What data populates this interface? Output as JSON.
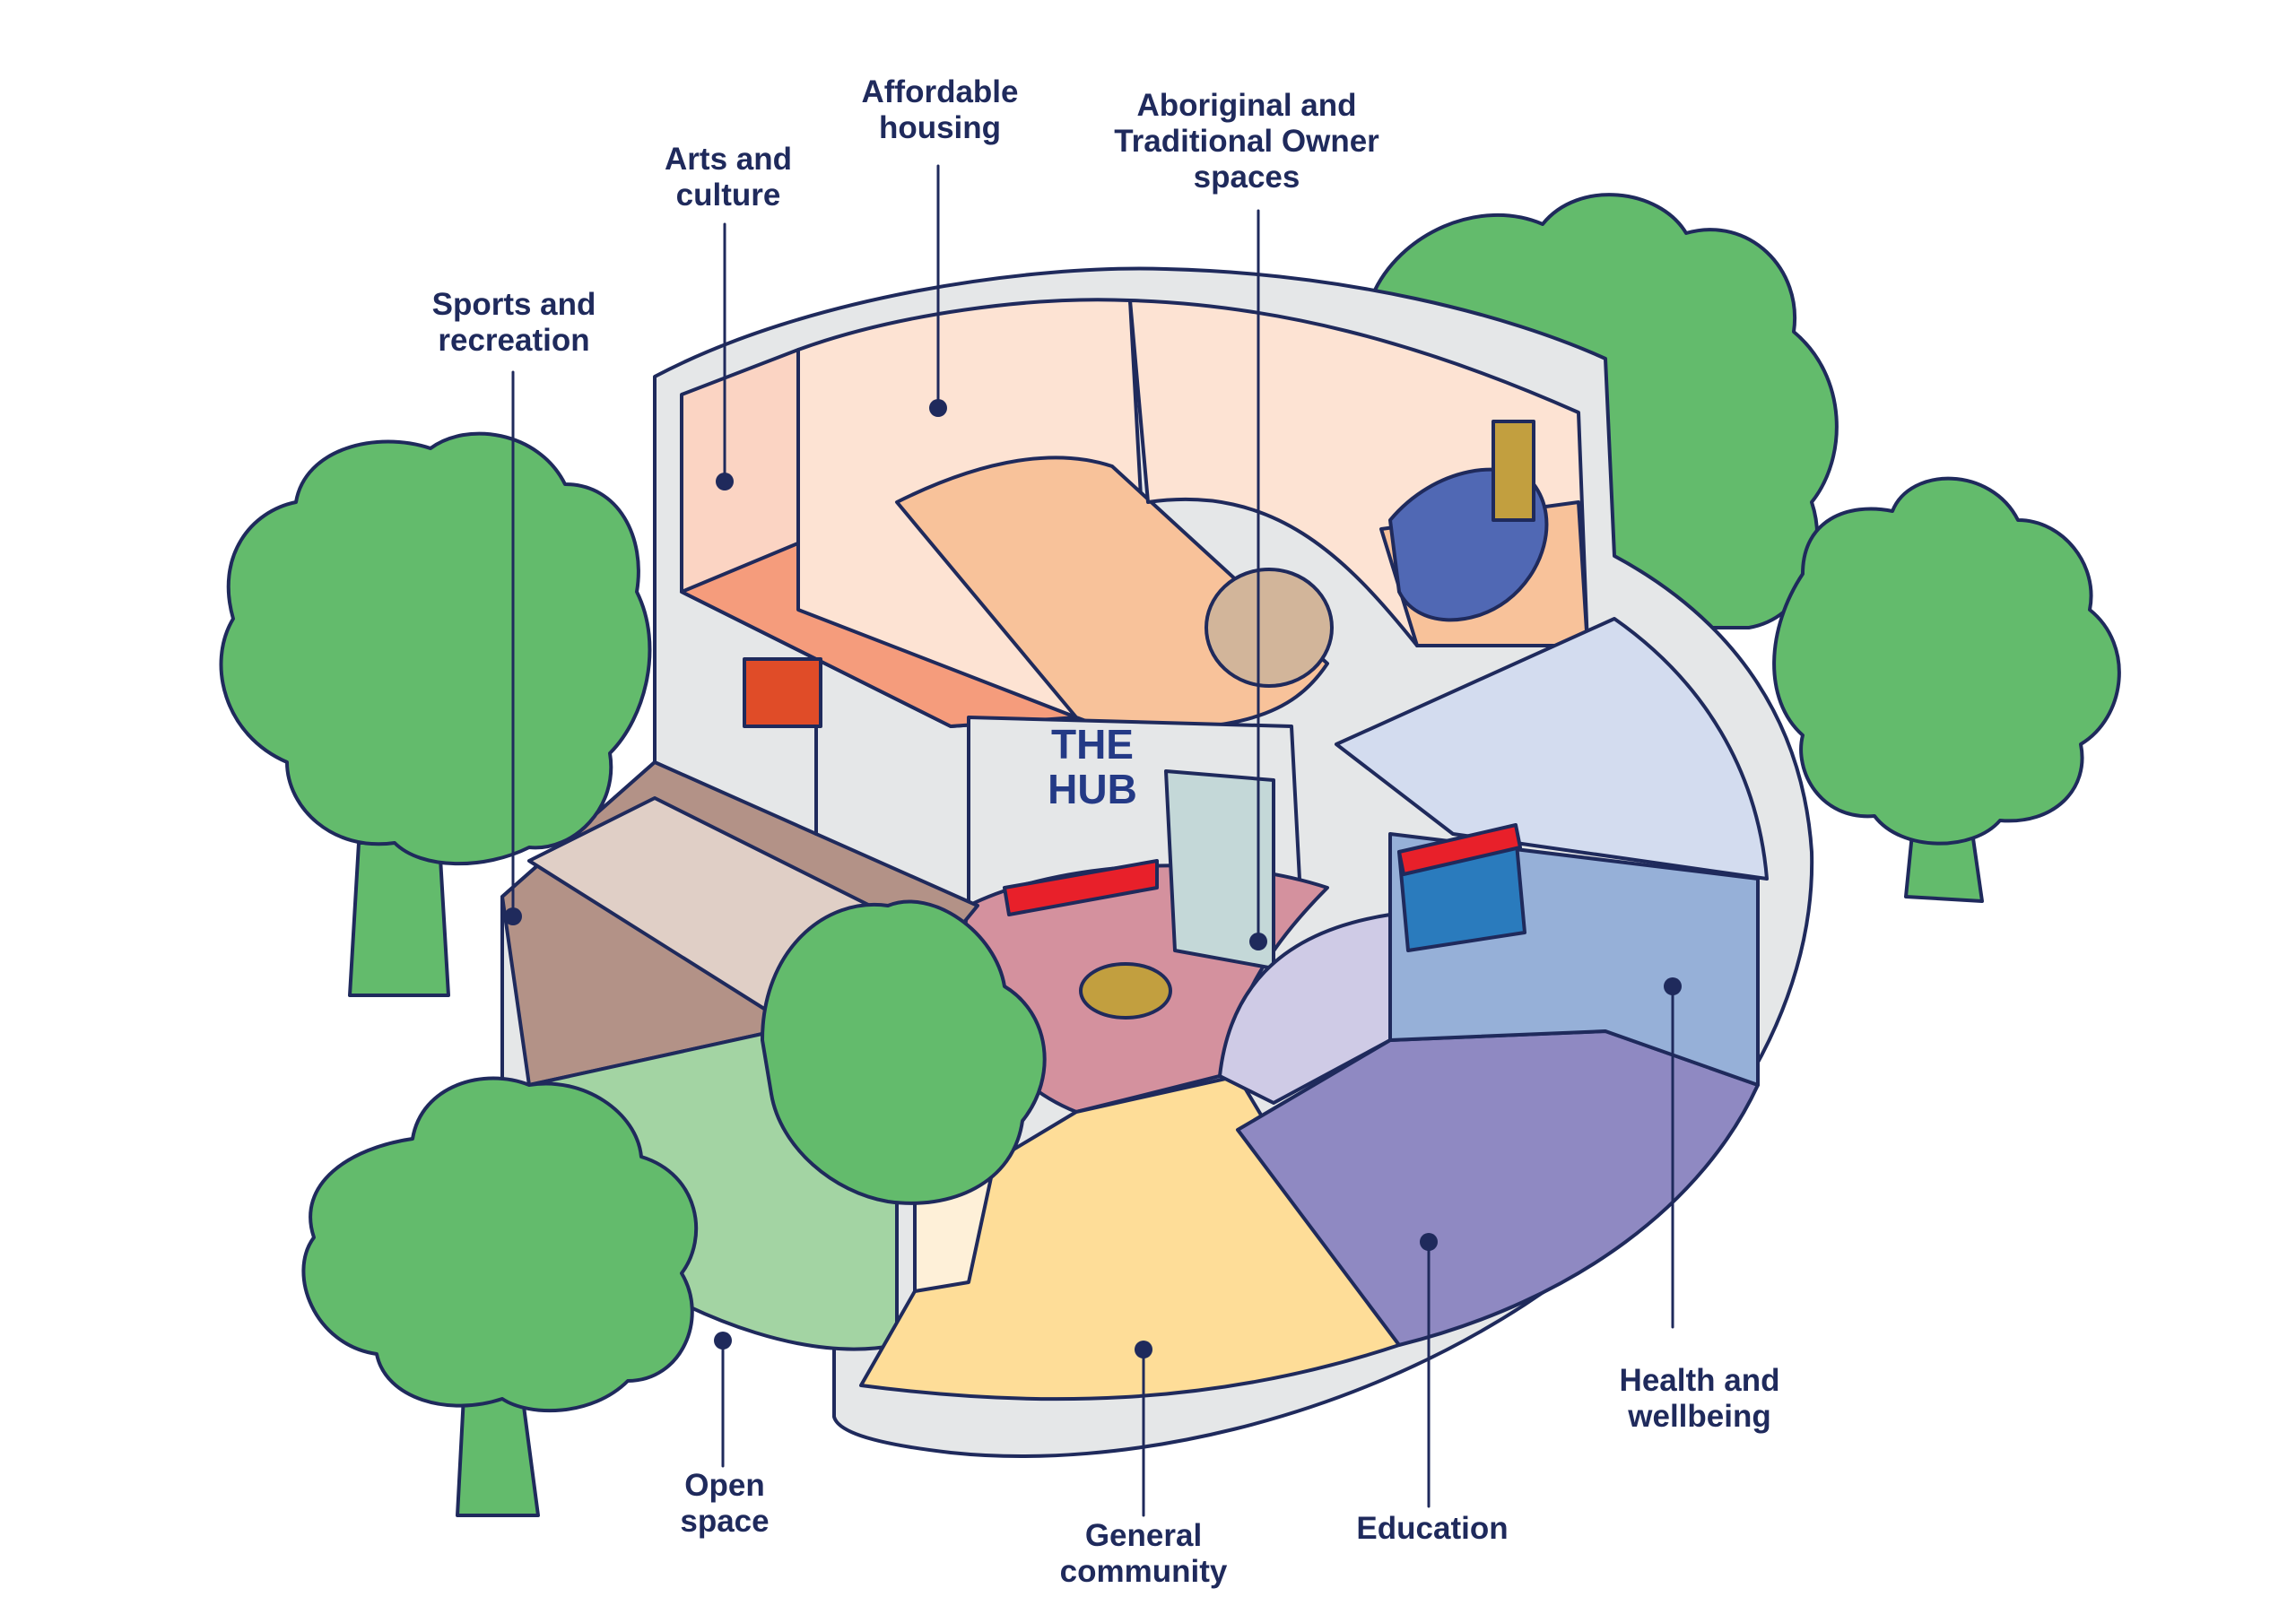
{
  "diagram": {
    "center_label": "THE\nHUB",
    "labels": [
      {
        "id": "sports",
        "text": "Sports and\nrecreation"
      },
      {
        "id": "arts",
        "text": "Arts and\nculture"
      },
      {
        "id": "housing",
        "text": "Affordable\nhousing"
      },
      {
        "id": "aboriginal",
        "text": "Aboriginal and\nTraditional Owner\nspaces"
      },
      {
        "id": "open",
        "text": "Open\nspace"
      },
      {
        "id": "general",
        "text": "General\ncommunity"
      },
      {
        "id": "education",
        "text": "Education"
      },
      {
        "id": "health",
        "text": "Health and\nwellbeing"
      }
    ],
    "colors": {
      "ink": "#1f2a5c",
      "hub_text": "#243a86",
      "wall": "#e5e7e8",
      "tree": "#63bb6c",
      "arts_floor": "#f59c7c",
      "housing_floor": "#f8c29a",
      "housing_wall": "#fde3d3",
      "hub_floor": "#d4919e",
      "sports_ground": "#b39287",
      "court": "#e0cfc6",
      "open_grass": "#a3d4a3",
      "general_floor": "#fedd98",
      "education_floor": "#8f89c2",
      "health_floor": "#96b0d8",
      "health_wall": "#d3dcef",
      "edu_wall": "#cfcbe6",
      "bed": "#5068b4",
      "red": "#e8202a"
    }
  }
}
